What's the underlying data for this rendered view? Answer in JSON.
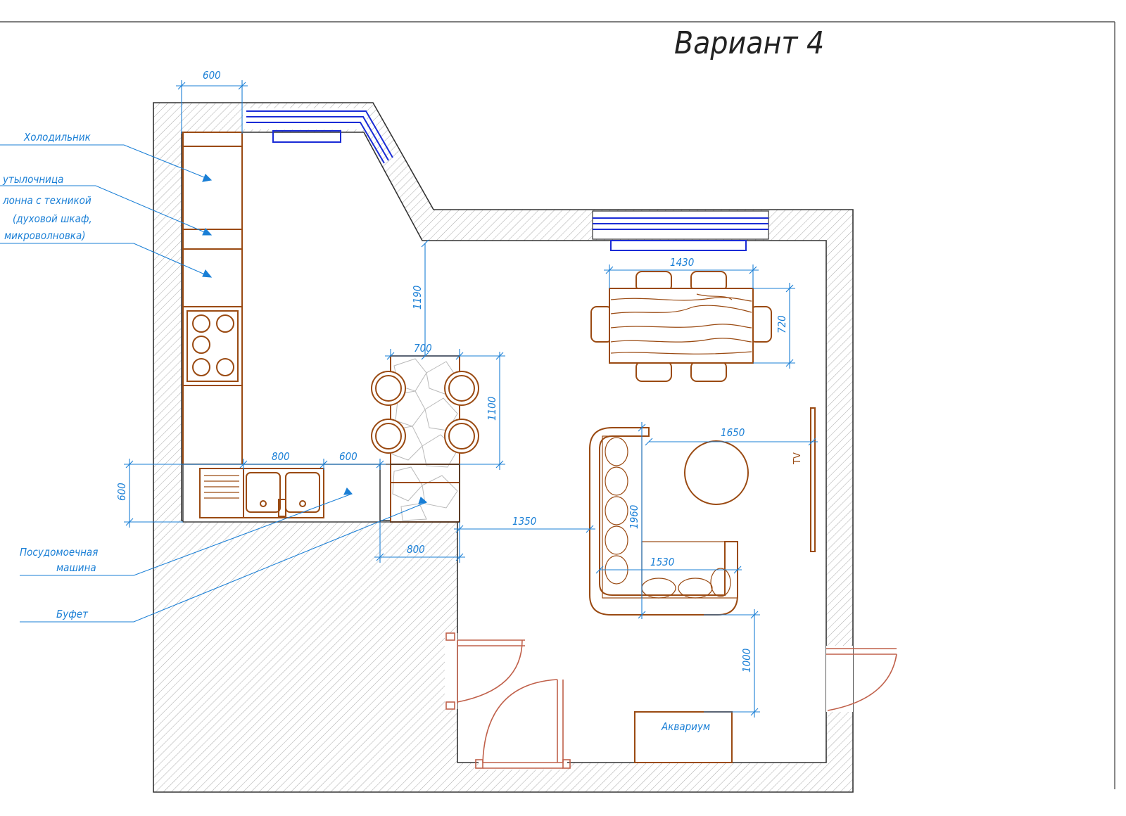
{
  "title": "Вариант 4",
  "labels": {
    "fridge": "Холодильник",
    "bottle_rack": "утылочница",
    "column_line1": "лонна с техникой",
    "column_line2": "(духовой шкаф,",
    "column_line3": "микроволновка)",
    "dishwasher_line1": "Посудомоечная",
    "dishwasher_line2": "машина",
    "buffet": "Буфет",
    "tv": "TV",
    "aquarium": "Аквариум"
  },
  "dimensions": {
    "top_width": "600",
    "window_offset": "1190",
    "table_width": "1430",
    "table_depth": "720",
    "island_width": "700",
    "island_length": "1100",
    "sink_module": "800",
    "dishwasher_module": "600",
    "counter_depth": "600",
    "buffet_width": "800",
    "passage": "1350",
    "sofa_to_tv": "1650",
    "sofa_length": "1960",
    "sofa_width": "1530",
    "sofa_to_aquarium": "1000"
  },
  "colors": {
    "dimension": "#1a7fd6",
    "furniture": "#9a4a12",
    "window": "#1a2bd6",
    "door": "#c0604a",
    "wall": "#333333"
  }
}
